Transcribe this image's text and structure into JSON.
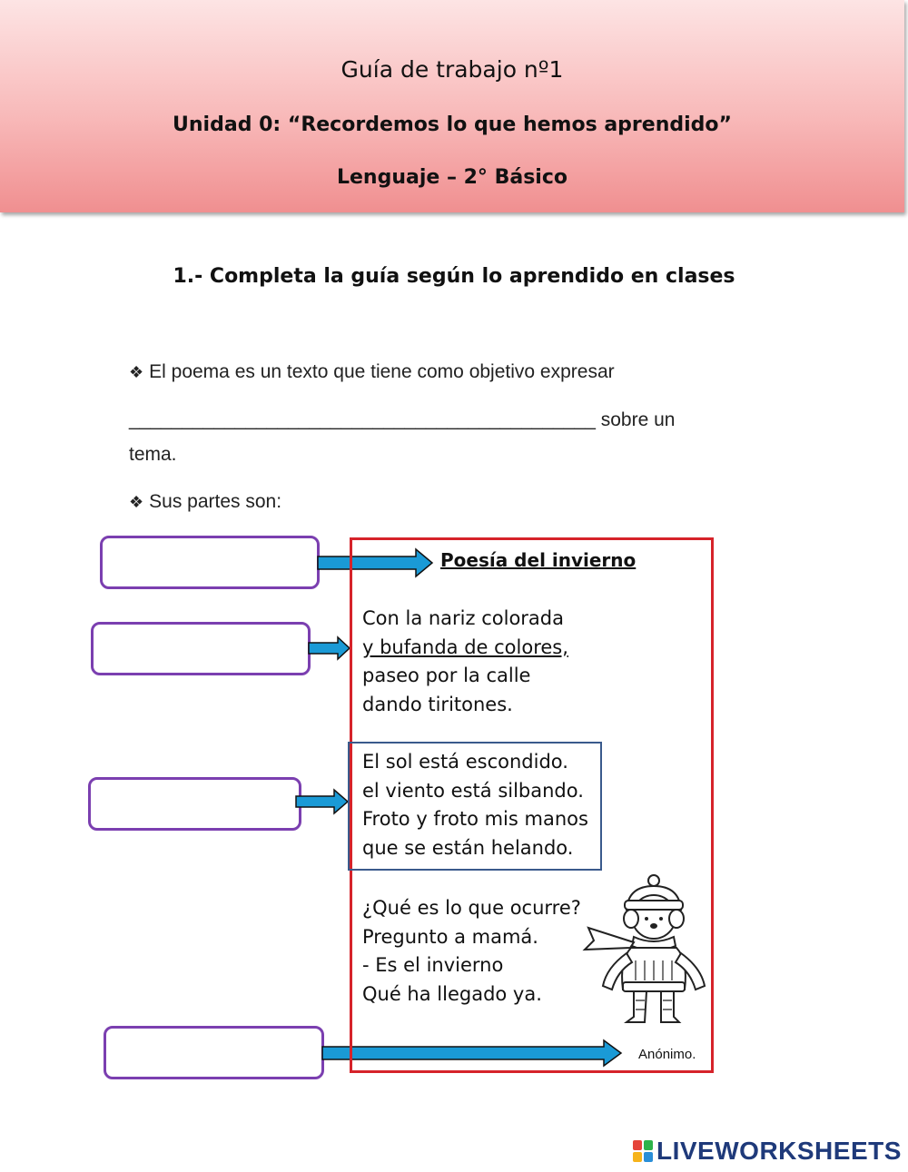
{
  "header": {
    "title": "Guía de trabajo nº1",
    "unit": "Unidad 0: “Recordemos lo que hemos aprendido”",
    "subject": "Lenguaje – 2° Básico"
  },
  "instruction": "1.- Completa la guía según lo aprendido en clases",
  "paragraphs": {
    "line1": "El poema es un texto que  tiene como objetivo  expresar",
    "blank": "____________________________________________",
    "line2_end": "sobre un",
    "line3": "tema.",
    "line4": "Sus partes son:"
  },
  "poem": {
    "title": "Poesía del invierno",
    "stanza1": [
      "Con la nariz colorada",
      "y bufanda de colores,",
      "paseo por la calle",
      "dando tiritones."
    ],
    "stanza2": [
      "El sol está escondido.",
      "el viento está silbando.",
      "Froto y froto mis manos",
      "que se están helando."
    ],
    "stanza3": [
      "¿Qué es lo que ocurre?",
      "Pregunto a mamá.",
      "- Es el invierno",
      "Qué ha llegado ya."
    ],
    "author": "Anónimo."
  },
  "answer_boxes": [
    {
      "value": ""
    },
    {
      "value": ""
    },
    {
      "value": ""
    },
    {
      "value": ""
    }
  ],
  "footer": {
    "brand": "LIVEWORKSHEETS",
    "icon": "liveworksheets-logo-icon"
  },
  "colors": {
    "header_top": "#fde4e4",
    "header_bottom": "#f08f90",
    "answer_border": "#7b3fb0",
    "arrow_fill": "#1a9ad6",
    "poem_frame": "#d6232a",
    "stanza_box": "#3a5a8c",
    "brand": "#1f3a7a"
  }
}
